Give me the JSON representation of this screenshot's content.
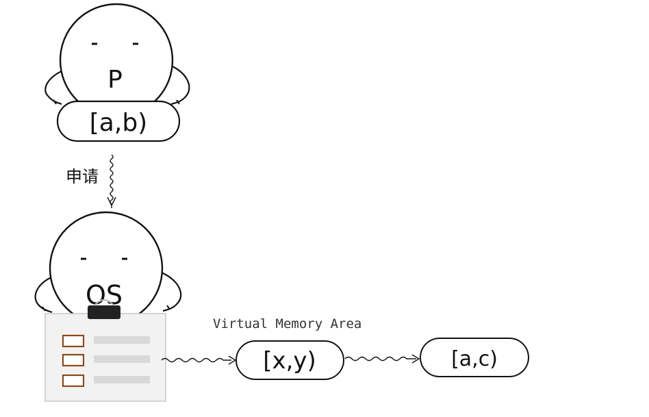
{
  "process": {
    "face_label": "P",
    "range_label": "[a,b)"
  },
  "request": {
    "label": "申请"
  },
  "os": {
    "face_label": "OS"
  },
  "vma": {
    "title": "Virtual Memory Area",
    "node1": "[x,y)",
    "node2": "[a,c)"
  },
  "colors": {
    "stroke": "#111111",
    "checkbox": "#8b4a1c",
    "list_line": "#d9d9d9",
    "clipboard": "#f2f2f2"
  }
}
